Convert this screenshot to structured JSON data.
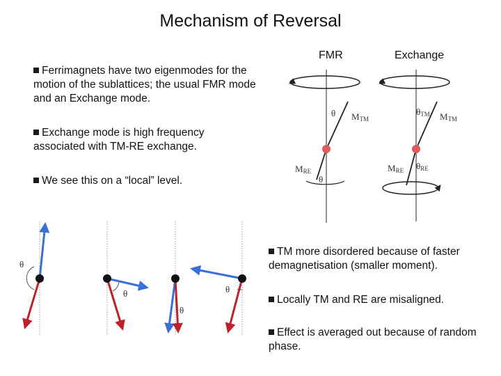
{
  "slide": {
    "title": "Mechanism of Reversal",
    "bullets_left": [
      "Ferrimagnets have two eigenmodes for the motion of the sublattices; the usual FMR mode and an Exchange mode.",
      "Exchange mode is high frequency associated with TM-RE exchange.",
      "We see this on a “local” level."
    ],
    "bullets_right": [
      "TM more disordered because of faster demagnetisation (smaller moment).",
      "Locally TM and RE are misaligned.",
      "Effect is averaged out because of random phase."
    ]
  },
  "modes": {
    "fmr_heading": "FMR",
    "exchange_heading": "Exchange",
    "fmr": {
      "theta": "θ",
      "m_tm": "M",
      "m_tm_sub": "TM",
      "m_re": "M",
      "m_re_sub": "RE",
      "theta_re": "θ"
    },
    "exchange": {
      "theta_tm": "θ",
      "theta_tm_sub": "TM",
      "m_tm": "M",
      "m_tm_sub": "TM",
      "m_re": "M",
      "m_re_sub": "RE",
      "theta_re": "θ",
      "theta_re_sub": "RE"
    }
  },
  "local_diagrams": {
    "theta_1": "θ",
    "theta_2": "θ",
    "theta_3": "θ",
    "theta_4": "θ"
  },
  "colors": {
    "tm_arrow": "#3a6fd8",
    "re_arrow": "#c0202a",
    "node": "#111111",
    "sphere": "#e05a5a"
  }
}
